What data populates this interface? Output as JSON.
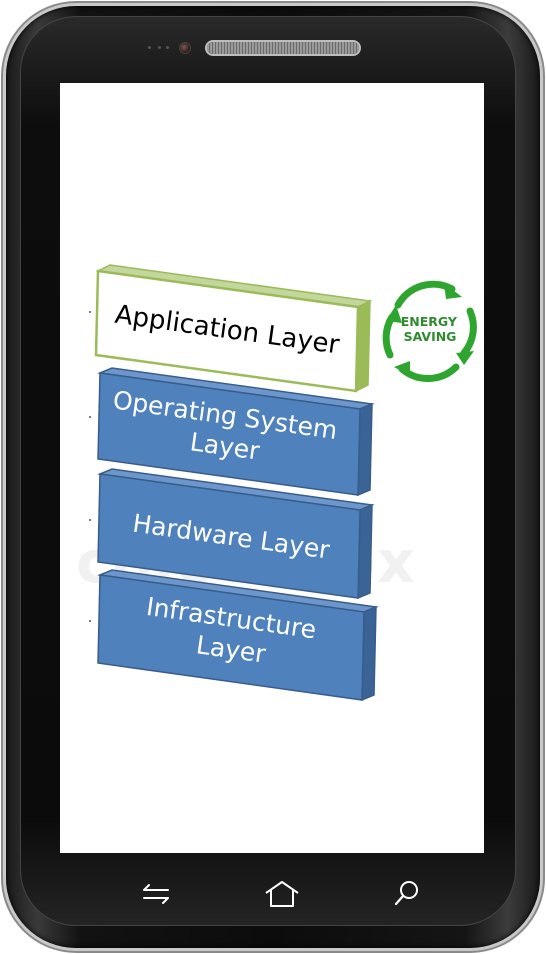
{
  "diagram": {
    "layers": [
      {
        "label_lines": [
          "Application Layer"
        ],
        "style": "outline",
        "front_color": "#ffffff",
        "border_color": "#9bbb59",
        "text_color": "#000000"
      },
      {
        "label_lines": [
          "Operating System",
          "Layer"
        ],
        "style": "filled",
        "front_color": "#4f81bd",
        "border_color": "#385d8a",
        "text_color": "#ffffff"
      },
      {
        "label_lines": [
          "Hardware Layer"
        ],
        "style": "filled",
        "front_color": "#4f81bd",
        "border_color": "#385d8a",
        "text_color": "#ffffff"
      },
      {
        "label_lines": [
          "Infrastructure",
          "Layer"
        ],
        "style": "filled",
        "front_color": "#4f81bd",
        "border_color": "#385d8a",
        "text_color": "#ffffff"
      }
    ],
    "badge": {
      "lines": [
        "ENERGY",
        "SAVING"
      ],
      "text_color": "#2e8b2e",
      "arrow_color": "#2ea52e"
    }
  },
  "watermark": "colourbox",
  "nav": {
    "back_icon": "back-arrow-icon",
    "home_icon": "home-icon",
    "search_icon": "search-icon"
  }
}
